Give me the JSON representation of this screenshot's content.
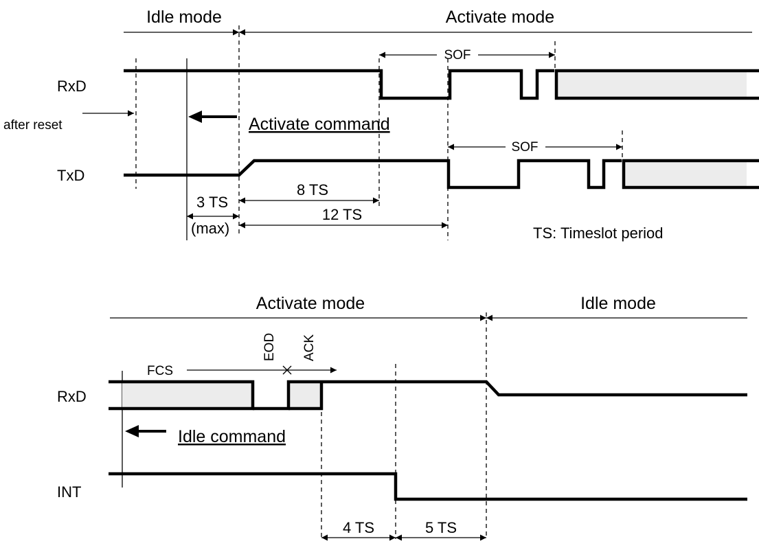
{
  "top": {
    "modes": {
      "idle": "Idle mode",
      "activate": "Activate mode"
    },
    "signals": {
      "rxd": "RxD",
      "txd": "TxD"
    },
    "after_reset": "after reset",
    "activate_command": "Activate command",
    "sof_rx": "SOF",
    "sof_tx": "SOF",
    "t3": "3 TS",
    "max": "(max)",
    "t8": "8 TS",
    "t12": "12 TS",
    "ts_note": "TS: Timeslot period"
  },
  "bottom": {
    "modes": {
      "activate": "Activate mode",
      "idle": "Idle mode"
    },
    "signals": {
      "rxd": "RxD",
      "int": "INT"
    },
    "fcs": "FCS",
    "eod": "EOD",
    "ack": "ACK",
    "idle_command": "Idle command",
    "t4": "4 TS",
    "t5": "5 TS"
  }
}
